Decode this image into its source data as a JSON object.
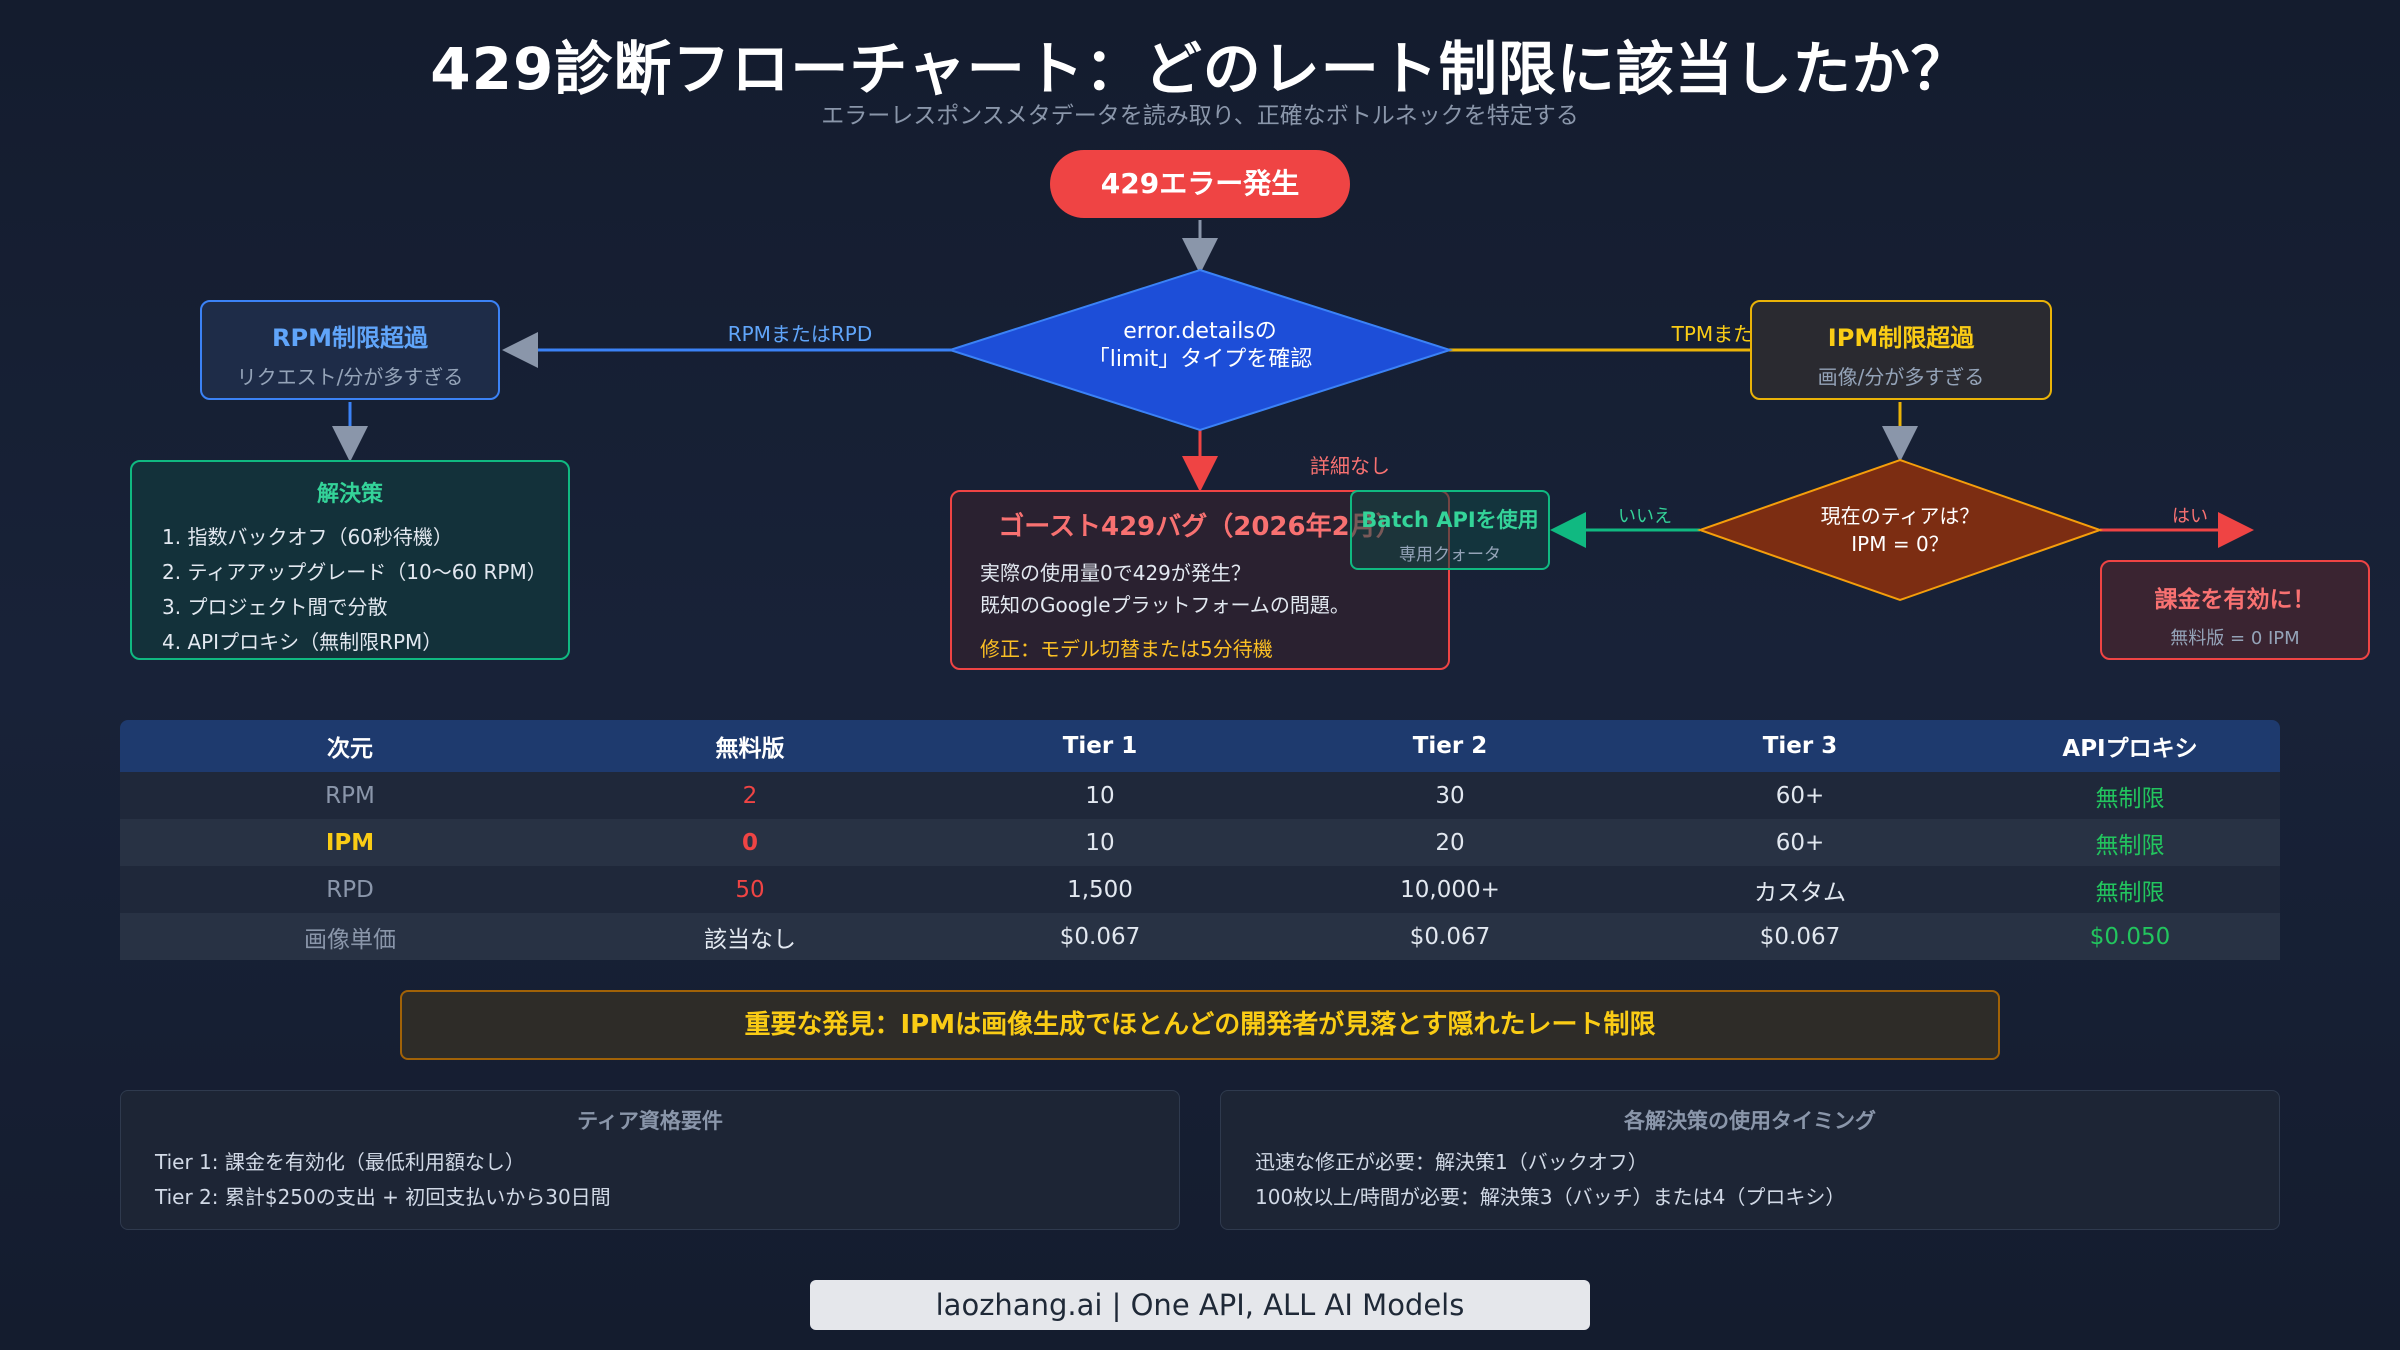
{
  "header": {
    "title": "429診断フローチャート：どのレート制限に該当したか？",
    "subtitle": "エラーレスポンスメタデータを読み取り、正確なボトルネックを特定する"
  },
  "flow": {
    "start": "429エラー発生",
    "decision_main_line1": "error.detailsの",
    "decision_main_line2": "「limit」タイプを確認",
    "label_rpm": "RPMまたはRPD",
    "label_tpm": "TPMまたはIPM",
    "label_no_details": "詳細なし",
    "rpm_box": {
      "title": "RPM制限超過",
      "sub": "リクエスト/分が多すぎる"
    },
    "ipm_box": {
      "title": "IPM制限超過",
      "sub": "画像/分が多すぎる"
    },
    "solutions": {
      "title": "解決策",
      "items": [
        "1. 指数バックオフ（60秒待機）",
        "2. ティアアップグレード（10〜60 RPM）",
        "3. プロジェクト間で分散",
        "4. APIプロキシ（無制限RPM）"
      ]
    },
    "ghost": {
      "title": "ゴースト429バグ（2026年2月）",
      "line1": "実際の使用量0で429が発生？",
      "line2": "既知のGoogleプラットフォームの問題。",
      "fix": "修正：モデル切替または5分待機"
    },
    "tier_decision_line1": "現在のティアは？",
    "tier_decision_line2": "IPM = 0？",
    "label_no": "いいえ",
    "label_yes": "はい",
    "batch": {
      "title": "Batch APIを使用",
      "sub": "専用クォータ"
    },
    "billing": {
      "title": "課金を有効に！",
      "sub": "無料版 = 0 IPM"
    }
  },
  "table": {
    "headers": [
      "次元",
      "無料版",
      "Tier 1",
      "Tier 2",
      "Tier 3",
      "APIプロキシ"
    ],
    "rows": [
      [
        "RPM",
        "2",
        "10",
        "30",
        "60+",
        "無制限"
      ],
      [
        "IPM",
        "0",
        "10",
        "20",
        "60+",
        "無制限"
      ],
      [
        "RPD",
        "50",
        "1,500",
        "10,000+",
        "カスタム",
        "無制限"
      ],
      [
        "画像単価",
        "該当なし",
        "$0.067",
        "$0.067",
        "$0.067",
        "$0.050"
      ]
    ]
  },
  "insight": "重要な発見：IPMは画像生成でほとんどの開発者が見落とす隠れたレート制限",
  "tier_requirements": {
    "title": "ティア資格要件",
    "items": [
      "Tier 1: 課金を有効化（最低利用額なし）",
      "Tier 2: 累計$250の支出 + 初回支払いから30日間"
    ]
  },
  "timing": {
    "title": "各解決策の使用タイミング",
    "items": [
      "迅速な修正が必要：解決策1（バックオフ）",
      "100枚以上/時間が必要：解決策3（バッチ）または4（プロキシ）"
    ]
  },
  "footer": "laozhang.ai | One API, ALL AI Models",
  "colors": {
    "accent_red": "#ef4444",
    "accent_blue": "#3b82f6",
    "accent_gold": "#eab308",
    "accent_green": "#10b981",
    "decision_blue": "#1d4ed8",
    "decision_brown": "#7c2d12"
  }
}
